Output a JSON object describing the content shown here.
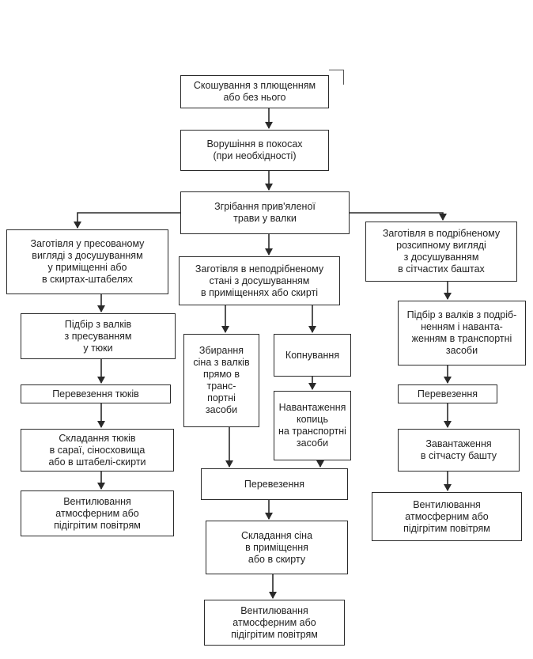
{
  "diagram": {
    "nodes": [
      {
        "id": "mowing",
        "lines": [
          "Скошування з плющенням",
          "або без нього"
        ]
      },
      {
        "id": "tedding",
        "lines": [
          "Ворушіння в покосах",
          "(при необхідності)"
        ]
      },
      {
        "id": "windrowing",
        "lines": [
          "Згрібання прив'яленої",
          "трави у валки"
        ]
      },
      {
        "id": "pressed",
        "lines": [
          "Заготівля у пресованому",
          "вигляді з досушуванням",
          "у приміщенні або",
          "в скиртах-штабелях"
        ]
      },
      {
        "id": "unchopped",
        "lines": [
          "Заготівля в неподрібненому",
          "стані з досушуванням",
          "в приміщеннях або скирті"
        ]
      },
      {
        "id": "chopped",
        "lines": [
          "Заготівля в подрібненому",
          "розсипному вигляді",
          "з досушуванням",
          "в сітчастих баштах"
        ]
      },
      {
        "id": "baler-pickup",
        "lines": [
          "Підбір з валків",
          "з пресуванням",
          "у тюки"
        ]
      },
      {
        "id": "bale-transport",
        "lines": [
          "Перевезення тюків"
        ]
      },
      {
        "id": "bale-stacking",
        "lines": [
          "Складання тюків",
          "в сараї, сіносховища",
          "або в штабелі-скирти"
        ]
      },
      {
        "id": "vent-left",
        "lines": [
          "Вентилювання",
          "атмосферним або",
          "підігрітим повітрям"
        ]
      },
      {
        "id": "direct-collect",
        "lines": [
          "Збирання",
          "сіна з валків",
          "прямо в",
          "транс-",
          "портні",
          "засоби"
        ]
      },
      {
        "id": "coppicing",
        "lines": [
          "Копнування"
        ]
      },
      {
        "id": "copy-loading",
        "lines": [
          "Навантаження",
          "копиць",
          "на транспортні",
          "засоби"
        ]
      },
      {
        "id": "mid-transport",
        "lines": [
          "Перевезення"
        ]
      },
      {
        "id": "hay-stacking",
        "lines": [
          "Складання сіна",
          "в приміщення",
          "або в скирту"
        ]
      },
      {
        "id": "vent-center",
        "lines": [
          "Вентилювання",
          "атмосферним або",
          "підігрітим повітрям"
        ]
      },
      {
        "id": "chop-pickup",
        "lines": [
          "Підбір з валків з подріб-",
          "ненням і наванта-",
          "женням в транспортні",
          "засоби"
        ]
      },
      {
        "id": "right-transport",
        "lines": [
          "Перевезення"
        ]
      },
      {
        "id": "tower-loading",
        "lines": [
          "Завантаження",
          "в сітчасту башту"
        ]
      },
      {
        "id": "vent-right",
        "lines": [
          "Вентилювання",
          "атмосферним або",
          "підігрітим повітрям"
        ]
      }
    ]
  }
}
